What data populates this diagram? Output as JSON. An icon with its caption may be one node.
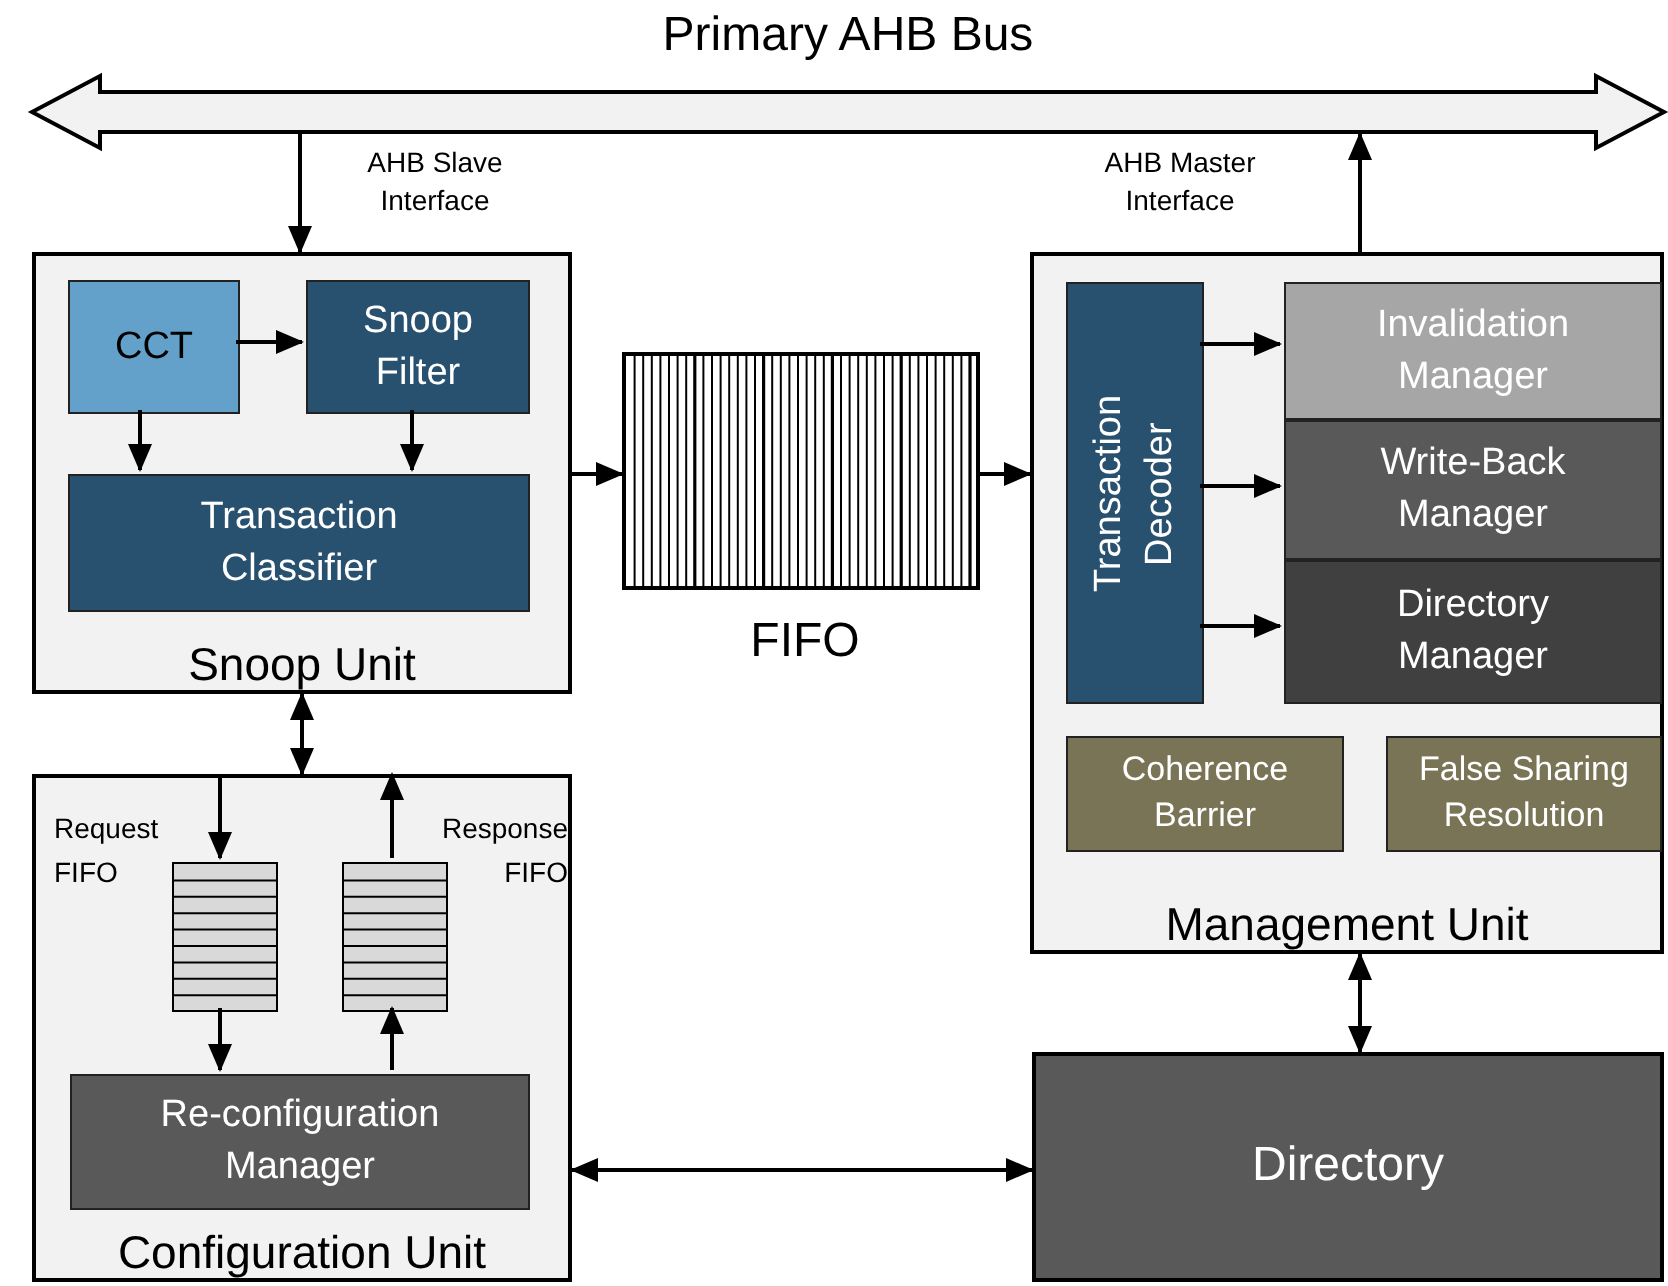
{
  "diagram": {
    "nodes": [
      {
        "text": [
          "Primary AHB Bus"
        ]
      },
      {
        "text": [
          "Snoop Unit"
        ]
      },
      {
        "text": [
          "CCT"
        ],
        "in": 1
      },
      {
        "text": [
          "Snoop Filter"
        ],
        "in": 1
      },
      {
        "text": [
          "Transaction Classifier"
        ],
        "in": 1
      },
      {
        "text": [
          "FIFO"
        ]
      },
      {
        "text": [
          "Management Unit"
        ]
      },
      {
        "text": [
          "Transaction Decoder"
        ],
        "in": 6
      },
      {
        "text": [
          "Invalidation Manager"
        ],
        "in": 6
      },
      {
        "text": [
          "Write-Back Manager"
        ],
        "in": 6
      },
      {
        "text": [
          "Directory Manager"
        ],
        "in": 6
      },
      {
        "text": [
          "Coherence Barrier"
        ],
        "in": 6
      },
      {
        "text": [
          "False Sharing Resolution"
        ],
        "in": 6
      },
      {
        "text": [
          "Configuration Unit"
        ]
      },
      {
        "text": [
          "Request FIFO"
        ],
        "in": 13
      },
      {
        "text": [
          "Response FIFO"
        ],
        "in": 13
      },
      {
        "text": [
          "Re-configuration Manager"
        ],
        "in": 13
      },
      {
        "text": [
          "Directory"
        ]
      }
    ],
    "edges": [
      {
        "from": 0,
        "to": 1,
        "arrow": "to",
        "label": "AHB Slave Interface"
      },
      {
        "from": 6,
        "to": 0,
        "arrow": "to",
        "label": "AHB Master Interface"
      },
      {
        "from": 2,
        "to": 3,
        "arrow": "to"
      },
      {
        "from": 2,
        "to": 4,
        "arrow": "to"
      },
      {
        "from": 3,
        "to": 4,
        "arrow": "to"
      },
      {
        "from": 1,
        "to": 5,
        "arrow": "to"
      },
      {
        "from": 5,
        "to": 6,
        "arrow": "to"
      },
      {
        "from": 7,
        "to": 8,
        "arrow": "to"
      },
      {
        "from": 7,
        "to": 9,
        "arrow": "to"
      },
      {
        "from": 7,
        "to": 10,
        "arrow": "to"
      },
      {
        "from": 1,
        "to": 13,
        "arrow": "both"
      },
      {
        "from": 13,
        "to": 14,
        "arrow": "to"
      },
      {
        "from": 15,
        "to": 13,
        "arrow": "to"
      },
      {
        "from": 14,
        "to": 16,
        "arrow": "to"
      },
      {
        "from": 16,
        "to": 15,
        "arrow": "to"
      },
      {
        "from": 6,
        "to": 17,
        "arrow": "both"
      },
      {
        "from": 13,
        "to": 17,
        "arrow": "both"
      }
    ]
  }
}
